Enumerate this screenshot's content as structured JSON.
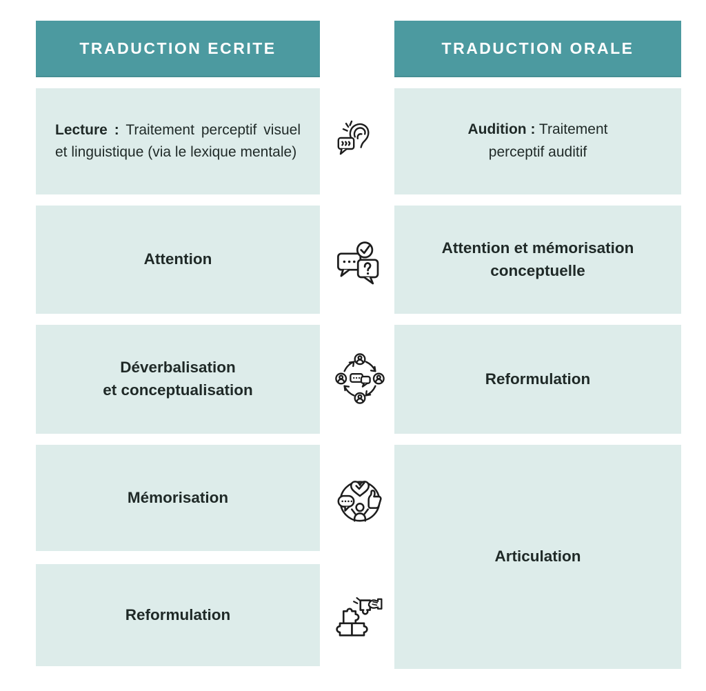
{
  "palette": {
    "header_bg": "#4c9aa0",
    "header_text": "#ffffff",
    "cell_bg": "#ddecea",
    "body_text": "#1f2927",
    "icon_stroke": "#1d1d1d",
    "page_bg": "#ffffff"
  },
  "headers": {
    "left": "TRADUCTION ECRITE",
    "right": "TRADUCTION ORALE"
  },
  "left_column": {
    "row1": {
      "lead": "Lecture :",
      "rest": " Traitement perceptif visuel et linguistique (via le lexique mentale)"
    },
    "row2": "Attention",
    "row3": "Déverbalisation\net conceptualisation",
    "row4": "Mémorisation",
    "row5": "Reformulation"
  },
  "right_column": {
    "row1": {
      "lead": "Audition :",
      "rest": " Traitement\nperceptif auditif"
    },
    "row2": "Attention et mémorisation\nconceptuelle",
    "row3": "Reformulation",
    "row4": "Articulation"
  },
  "icons": [
    {
      "name": "listening-ear-icon",
      "meaning": "ear with sound waves and speech bubble"
    },
    {
      "name": "comprehension-check-icon",
      "meaning": "chat bubbles with checkmark and question mark"
    },
    {
      "name": "discussion-cycle-icon",
      "meaning": "people connected by circular arrows around chat bubbles"
    },
    {
      "name": "positive-feedback-icon",
      "meaning": "person with heart-check, speech bubble and thumbs up"
    },
    {
      "name": "puzzle-assembly-icon",
      "meaning": "hand placing puzzle piece"
    }
  ]
}
